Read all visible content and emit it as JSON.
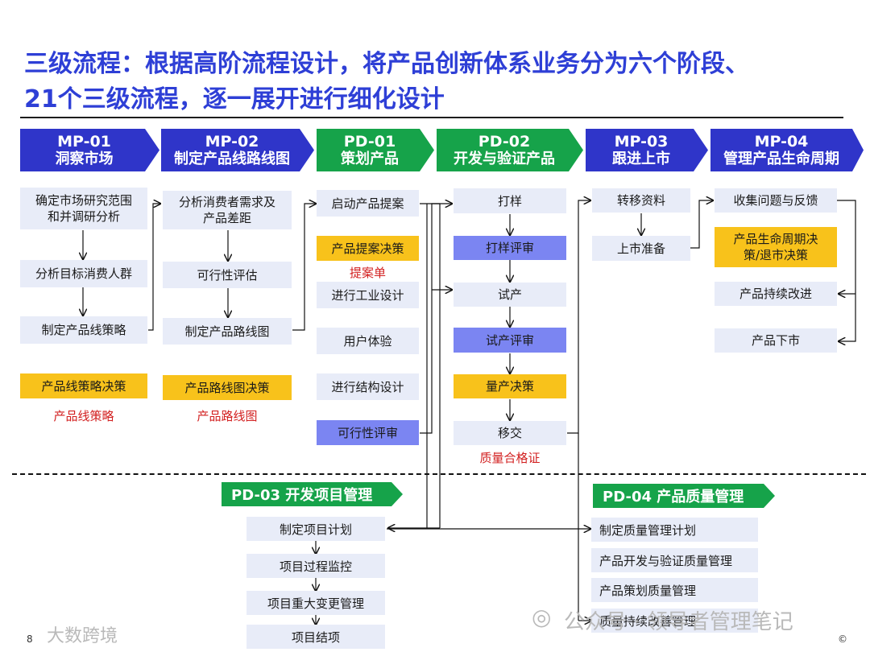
{
  "title": {
    "line1": "三级流程：根据高阶流程设计，将产品创新体系业务分为六个阶段、",
    "line2": "21个三级流程，逐一展开进行细化设计"
  },
  "phases": [
    {
      "code": "MP-01",
      "name": "洞察市场",
      "color": "#2f35c9"
    },
    {
      "code": "MP-02",
      "name": "制定产品线路线图",
      "color": "#2f35c9"
    },
    {
      "code": "PD-01",
      "name": "策划产品",
      "color": "#16a34a"
    },
    {
      "code": "PD-02",
      "name": "开发与验证产品",
      "color": "#16a34a"
    },
    {
      "code": "MP-03",
      "name": "跟进上市",
      "color": "#2f35c9"
    },
    {
      "code": "MP-04",
      "name": "管理产品生命周期",
      "color": "#2f35c9"
    }
  ],
  "mp01": {
    "steps": [
      "确定市场研究范围\n和并调研分析",
      "分析目标消费人群",
      "制定产品线策略"
    ],
    "decision": "产品线策略决策",
    "output": "产品线策略"
  },
  "mp02": {
    "steps": [
      "分析消费者需求及\n产品差距",
      "可行性评估",
      "制定产品路线图"
    ],
    "decision": "产品路线图决策",
    "output": "产品路线图"
  },
  "pd01": {
    "step1": "启动产品提案",
    "decision": "产品提案决策",
    "output": "提案单",
    "steps": [
      "进行工业设计",
      "用户体验",
      "进行结构设计",
      "可行性评审"
    ]
  },
  "pd02": {
    "steps": [
      "打样",
      "打样评审",
      "试产",
      "试产评审",
      "量产决策",
      "移交"
    ],
    "output": "质量合格证"
  },
  "mp03": {
    "steps": [
      "转移资料",
      "上市准备"
    ]
  },
  "mp04": {
    "step1": "收集问题与反馈",
    "decision": "产品生命周期决\n策/退市决策",
    "steps": [
      "产品持续改进",
      "产品下市"
    ]
  },
  "pd03": {
    "tag": "PD-03 开发项目管理",
    "items": [
      "制定项目计划",
      "项目过程监控",
      "项目重大变更管理",
      "项目结项"
    ]
  },
  "pd04": {
    "tag": "PD-04 产品质量管理",
    "items": [
      "制定质量管理计划",
      "产品开发与验证质量管理",
      "产品策划质量管理",
      "质量持续改善管理"
    ]
  },
  "footer": {
    "page": "8",
    "watermark_left": "大数跨境",
    "watermark_right": "公众号 · 领导者管理笔记",
    "copyright": "©"
  }
}
